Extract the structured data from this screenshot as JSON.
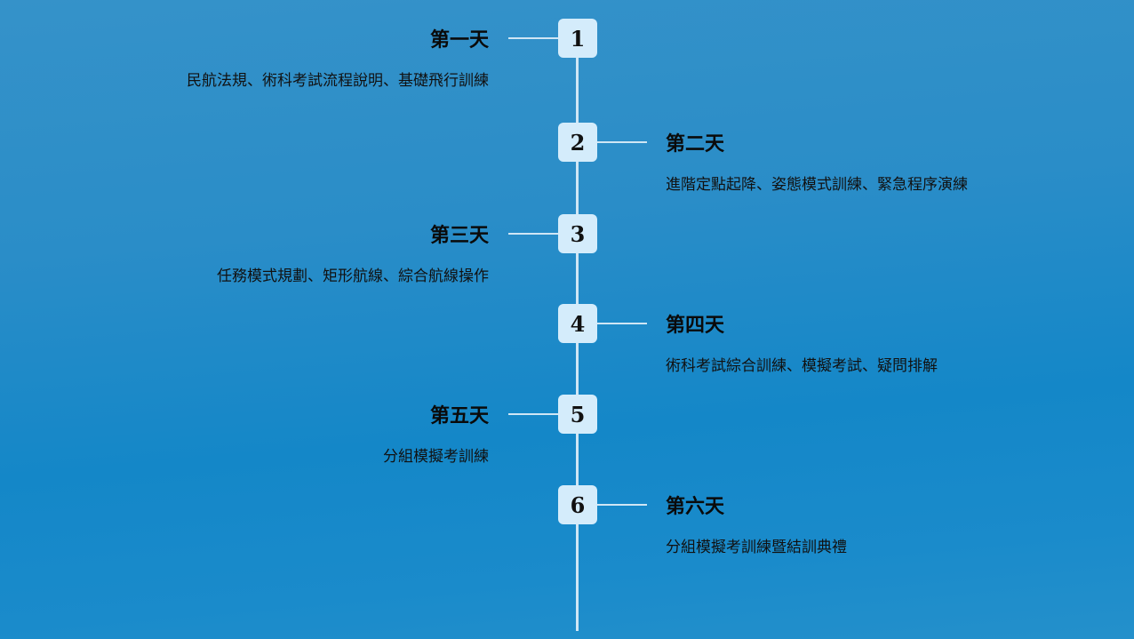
{
  "timeline": [
    {
      "number": "1",
      "title": "第一天",
      "description": "民航法規、術科考試流程說明、基礎飛行訓練",
      "side": "left"
    },
    {
      "number": "2",
      "title": "第二天",
      "description": "進階定點起降、姿態模式訓練、緊急程序演練",
      "side": "right"
    },
    {
      "number": "3",
      "title": "第三天",
      "description": "任務模式規劃、矩形航線、綜合航線操作",
      "side": "left"
    },
    {
      "number": "4",
      "title": "第四天",
      "description": "術科考試綜合訓練、模擬考試、疑問排解",
      "side": "right"
    },
    {
      "number": "5",
      "title": "第五天",
      "description": "分組模擬考訓練",
      "side": "left"
    },
    {
      "number": "6",
      "title": "第六天",
      "description": "分組模擬考訓練暨結訓典禮",
      "side": "right"
    }
  ]
}
